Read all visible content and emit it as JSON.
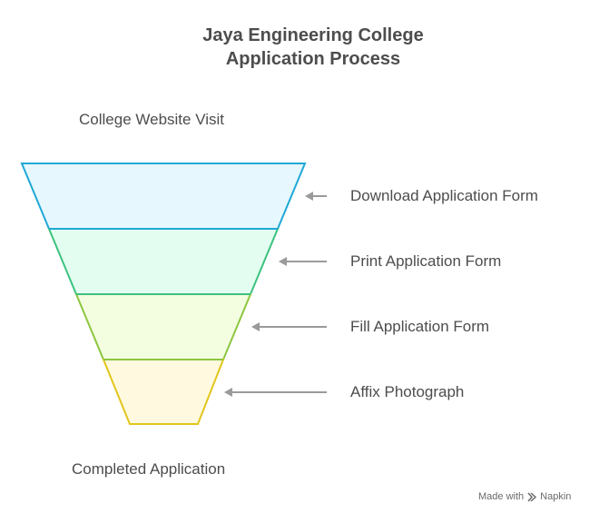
{
  "title": {
    "line1": "Jaya Engineering College",
    "line2": "Application Process"
  },
  "top_label": "College Website Visit",
  "bottom_label": "Completed Application",
  "stages": [
    {
      "label": "Download Application Form",
      "fill": "#e6f7fe",
      "stroke": "#1fa8d6"
    },
    {
      "label": "Print Application Form",
      "fill": "#e3fdf0",
      "stroke": "#3cc27f"
    },
    {
      "label": "Fill Application Form",
      "fill": "#f3fde0",
      "stroke": "#8cc63f"
    },
    {
      "label": "Affix Photograph",
      "fill": "#fffadf",
      "stroke": "#e2c51b"
    }
  ],
  "arrow_color": "#9a9a9a",
  "footer": {
    "made_with": "Made with",
    "brand": "Napkin"
  }
}
